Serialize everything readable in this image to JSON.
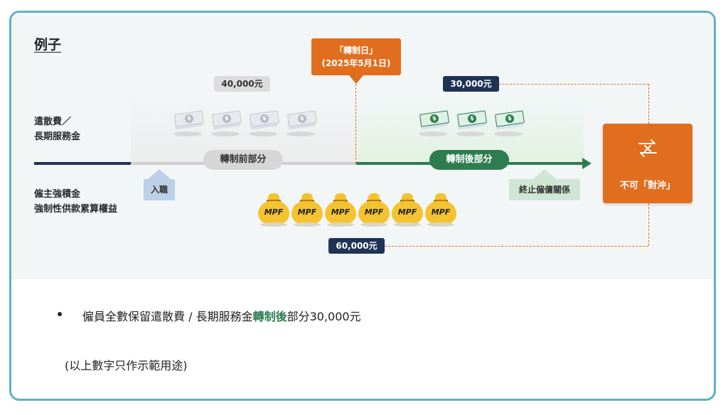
{
  "title": "例子",
  "row_labels": {
    "severance_line1": "遣散費／",
    "severance_line2": "長期服務金",
    "mpf_line1": "僱主強積金",
    "mpf_line2": "強制性供款累算權益"
  },
  "callout": {
    "line1": "「轉制日」",
    "line2": "(2025年5月1日)"
  },
  "amounts": {
    "pre": "40,000元",
    "post": "30,000元",
    "mpf": "60,000元"
  },
  "segments": {
    "pre": "轉制前部分",
    "post": "轉制後部分"
  },
  "events": {
    "join": "入職",
    "end": "終止僱傭關係"
  },
  "no_hedge": "不可「對沖」",
  "mpf_bag_label": "MPF",
  "bill_symbol": "$",
  "bullet": {
    "before": "僱員全數保留遣散費 / 長期服務金",
    "highlight": "轉制後",
    "after": "部分30,000元"
  },
  "note": "(以上數字只作示範用途)",
  "colors": {
    "frame": "#5bb3c8",
    "orange": "#e06e1e",
    "green": "#2e7d50",
    "navy": "#1f3355",
    "gold": "#f4c430"
  },
  "icons": {
    "bill": "banknote-icon",
    "bag": "money-bag-icon",
    "no_hedge": "swap-cross-icon"
  }
}
